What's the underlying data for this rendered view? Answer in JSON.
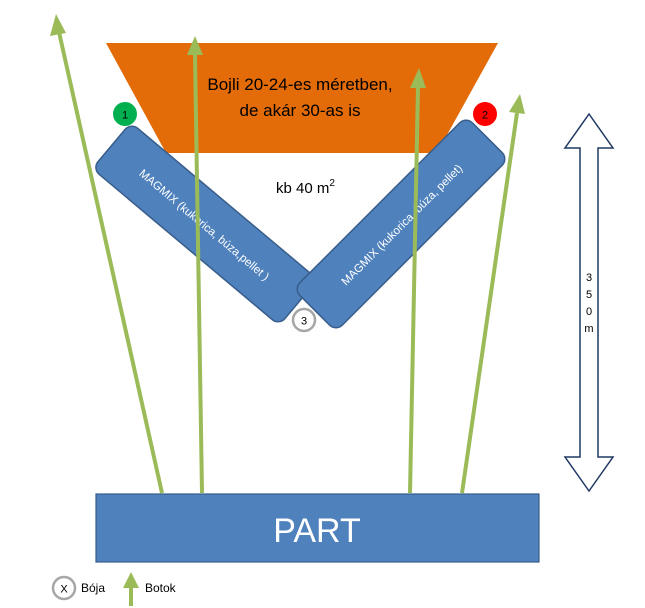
{
  "colors": {
    "arrow": "#9bbb59",
    "arrow_dark": "#7a9a3c",
    "zone_fill": "#e36c09",
    "box_fill": "#4f81bd",
    "box_stroke": "#385d8a",
    "buoy_green": "#00b050",
    "buoy_red": "#ff0000",
    "buoy_grey": "#a6a6a6",
    "distance_stroke": "#1f3864"
  },
  "zone": {
    "line1": "Bojli 20-24-es méretben,",
    "line2": "de akár 30-as is"
  },
  "area": {
    "text": "kb 40 m",
    "superscript": "2"
  },
  "magmix_left": "MAGMIX (kukorica, búza,pellet )",
  "magmix_right": "MAGMIX (kukorica, búza, pellet)",
  "buoys": {
    "b1": "1",
    "b2": "2",
    "b3": "3"
  },
  "distance": {
    "chars": [
      "3",
      "5",
      "0",
      "m"
    ]
  },
  "shore": {
    "label": "PART"
  },
  "legend": {
    "buoy_symbol": "X",
    "buoy_label": "Bója",
    "rod_label": "Botok"
  }
}
